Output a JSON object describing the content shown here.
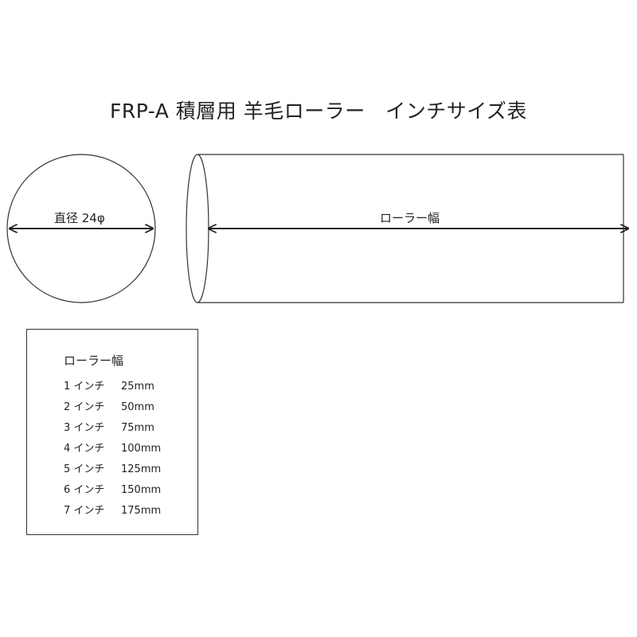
{
  "title": "FRP-A 積層用 羊毛ローラー　インチサイズ表",
  "diagram": {
    "diameter_label": "直径 24φ",
    "width_label": "ローラー幅"
  },
  "size_table": {
    "header": "ローラー幅",
    "rows": [
      {
        "inch": "1 インチ",
        "mm": "25mm"
      },
      {
        "inch": "2 インチ",
        "mm": "50mm"
      },
      {
        "inch": "3 インチ",
        "mm": "75mm"
      },
      {
        "inch": "4 インチ",
        "mm": "100mm"
      },
      {
        "inch": "5 インチ",
        "mm": "125mm"
      },
      {
        "inch": "6 インチ",
        "mm": "150mm"
      },
      {
        "inch": "7 インチ",
        "mm": "175mm"
      }
    ]
  }
}
